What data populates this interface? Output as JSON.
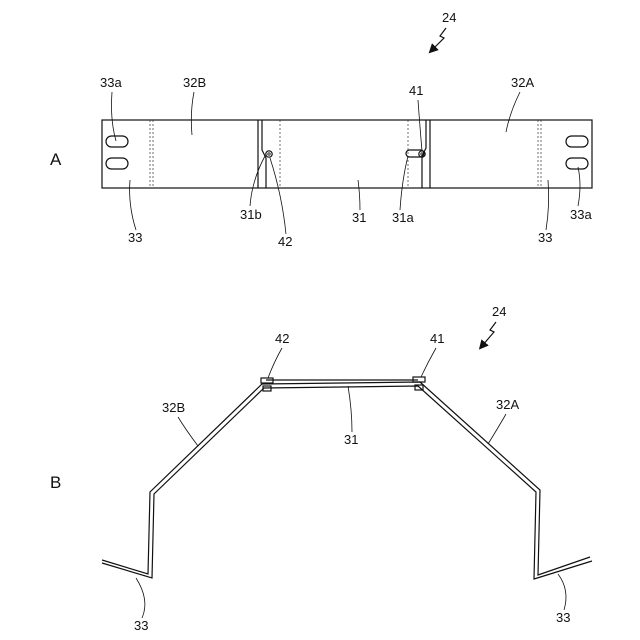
{
  "figure_a": {
    "view_label": "A",
    "ref_assembly": "24",
    "ref_33a_left": "33a",
    "ref_32B": "32B",
    "ref_41": "41",
    "ref_32A": "32A",
    "ref_33_left": "33",
    "ref_31b": "31b",
    "ref_42": "42",
    "ref_31": "31",
    "ref_31a": "31a",
    "ref_33_right": "33",
    "ref_33a_right": "33a"
  },
  "figure_b": {
    "view_label": "B",
    "ref_assembly": "24",
    "ref_42": "42",
    "ref_41": "41",
    "ref_32B": "32B",
    "ref_32A": "32A",
    "ref_31": "31",
    "ref_33_left": "33",
    "ref_33_right": "33"
  }
}
